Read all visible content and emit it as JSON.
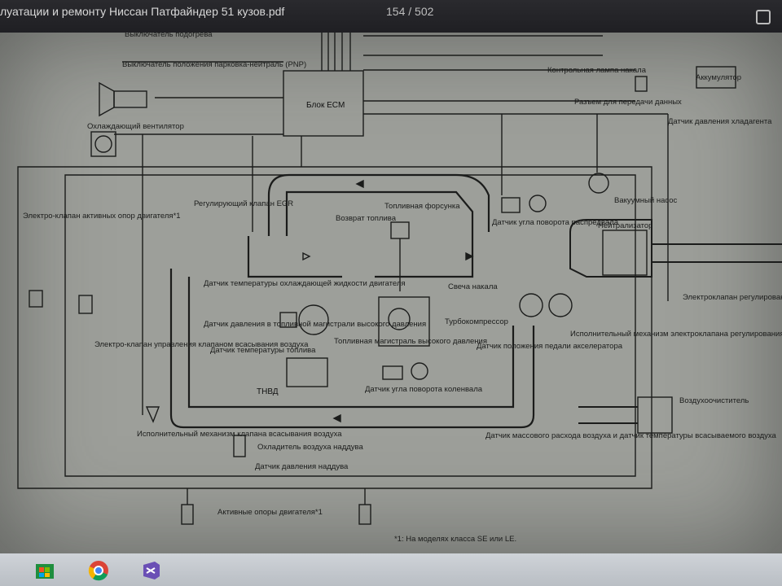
{
  "window": {
    "title": "луатации и ремонту Ниссан Патфайндер 51 кузов.pdf",
    "page_counter": "154 / 502"
  },
  "diagram": {
    "labels": {
      "switch_top": "Выключатель подогрева",
      "pnp_switch": "Выключатель положения парковка-нейтраль (PNP)",
      "ecm": "Блок ECM",
      "warning_lamp": "Контрольная лампа накала",
      "battery": "Аккумулятор",
      "data_connector": "Разъем для передачи данных",
      "refrigerant_sensor": "Датчик давления хладагента",
      "cooling_fan": "Охлаждающий вентилятор",
      "egr_valve": "Регулирующий клапан EGR",
      "engine_mount_valve": "Электро-клапан активных опор двигателя*1",
      "fuel_return": "Возврат топлива",
      "injector": "Топливная форсунка",
      "cam_sensor": "Датчик угла поворота распредвала",
      "vacuum_pump": "Вакуумный насос",
      "catalyst": "Нейтрализатор",
      "coolant_temp": "Датчик температуры охлаждающей жидкости двигателя",
      "glow_plug": "Свеча накала",
      "turbo": "Турбокомпрессор",
      "boost_solenoid": "Электроклапан регулирования давления наддува",
      "fuel_pressure": "Датчик давления в топливной магистрали высокого давления",
      "fuel_temp": "Датчик температуры топлива",
      "hp_rail": "Топливная магистраль высокого давления",
      "accel_sensor": "Датчик положения педали акселератора",
      "actuator_boost": "Исполнительный механизм электроклапана регулирования давления наддува",
      "intake_valve_solenoid": "Электро-клапан управления клапаном всасывания воздуха",
      "pump": "ТНВД",
      "crank_sensor": "Датчик угла поворота коленвала",
      "air_cleaner": "Воздухоочиститель",
      "intake_actuator": "Исполнительный механизм клапана всасывания воздуха",
      "intercooler": "Охладитель воздуха наддува",
      "boost_sensor": "Датчик давления наддува",
      "maf_sensor": "Датчик массового расхода воздуха и датчик температуры всасываемого воздуха",
      "engine_mounts": "Активные опоры двигателя*1",
      "footnote": "*1: На моделях класса SE или LE."
    }
  },
  "taskbar": {
    "icons": [
      "windows-store-icon",
      "chrome-icon",
      "visual-studio-icon"
    ]
  }
}
